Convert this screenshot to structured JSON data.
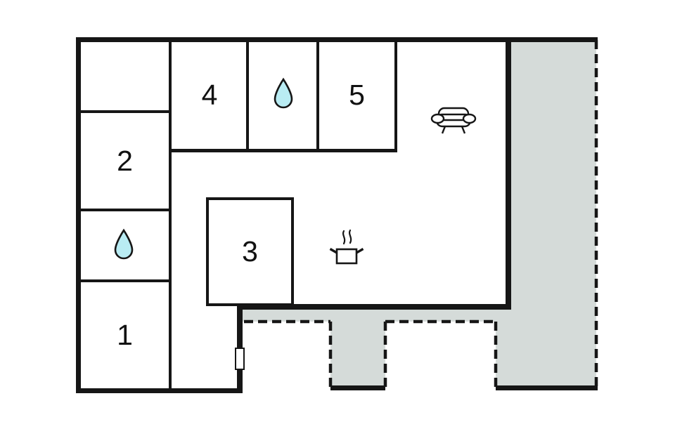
{
  "floorplan": {
    "rooms": [
      {
        "id": "room-1",
        "label": "1"
      },
      {
        "id": "room-2",
        "label": "2"
      },
      {
        "id": "room-3",
        "label": "3"
      },
      {
        "id": "room-4",
        "label": "4"
      },
      {
        "id": "room-5",
        "label": "5"
      }
    ],
    "icons": [
      {
        "name": "water-drop-icon",
        "location": "top-bathroom"
      },
      {
        "name": "water-drop-icon",
        "location": "left-bathroom"
      },
      {
        "name": "sofa-icon",
        "location": "living-area"
      },
      {
        "name": "cooking-pot-icon",
        "location": "kitchen-area"
      },
      {
        "name": "window-marker",
        "location": "rear-wall"
      }
    ],
    "colors": {
      "wall": "#161616",
      "terrace": "#d5dbd9",
      "water_drop": "#b9ecf3",
      "background": "#ffffff"
    }
  }
}
